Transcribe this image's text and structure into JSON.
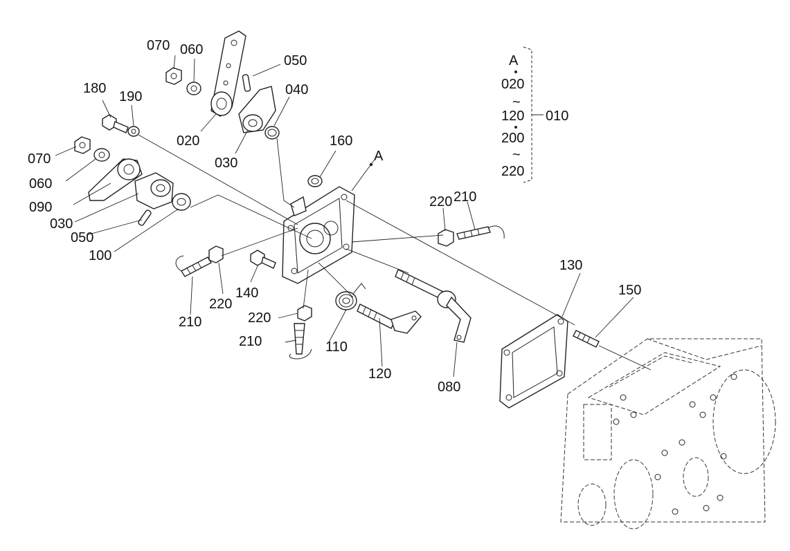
{
  "labels": {
    "p070_a": "070",
    "p060_a": "060",
    "p050_a": "050",
    "p040": "040",
    "p180": "180",
    "p190": "190",
    "p020": "020",
    "p030_a": "030",
    "p070_b": "070",
    "p060_b": "060",
    "p090": "090",
    "p030_b": "030",
    "p050_b": "050",
    "p100": "100",
    "p160": "160",
    "pA": "A",
    "p220_a": "220",
    "p210_a": "210",
    "p210_b": "210",
    "p220_b": "220",
    "p140": "140",
    "p220_c": "220",
    "p210_c": "210",
    "p110": "110",
    "p120": "120",
    "p080": "080",
    "p130": "130",
    "p150": "150"
  },
  "legend": {
    "head": "A",
    "r1": "020",
    "tilde1": "~",
    "r2": "120",
    "r3": "200",
    "tilde2": "~",
    "r4": "220",
    "ref": "010"
  }
}
